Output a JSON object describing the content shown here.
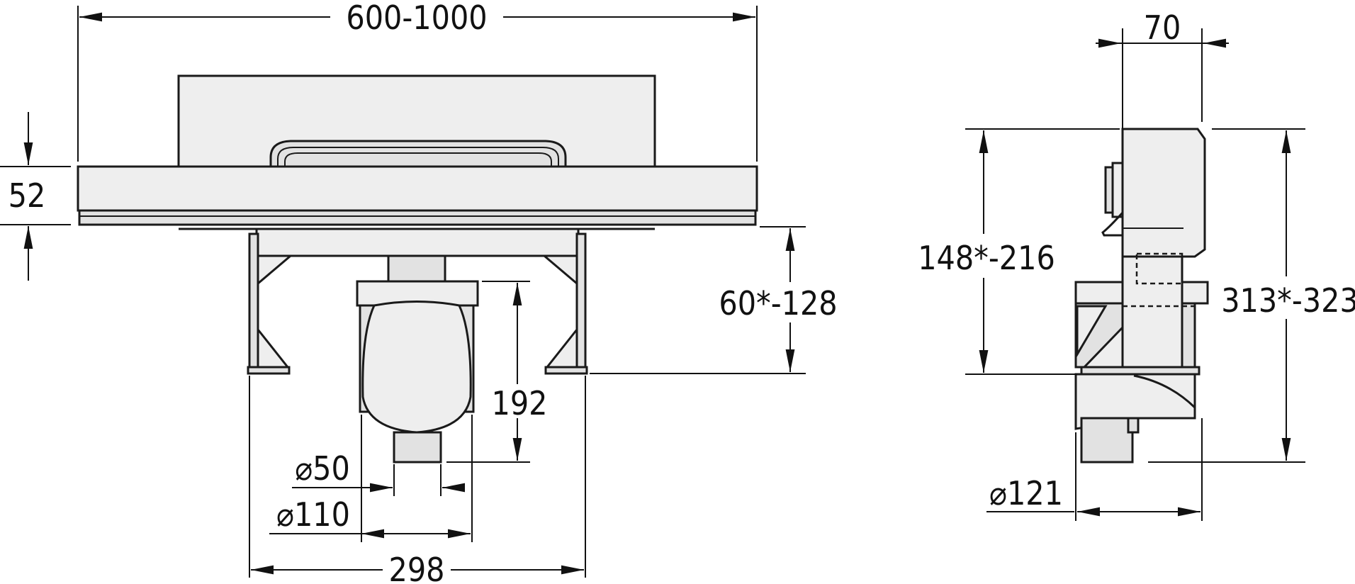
{
  "front_view": {
    "width_label": "600-1000",
    "height_frame_label": "52",
    "outlet_height_label": "60*-128",
    "trap_height_label": "192",
    "pipe_small_label": "⌀50",
    "pipe_large_label": "⌀110",
    "frame_width_label": "298"
  },
  "side_view": {
    "depth_label": "70",
    "inner_height_label": "148*-216",
    "total_height_label": "313*-323",
    "pipe_label": "⌀121"
  }
}
